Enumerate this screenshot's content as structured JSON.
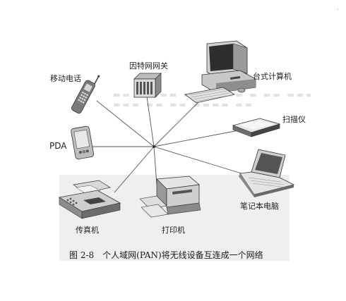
{
  "labels": {
    "mobile_phone": "移动电话",
    "gateway": "因特网网关",
    "desktop": "台式计算机",
    "scanner": "扫描仪",
    "pda": "PDA",
    "laptop": "笔记本电脑",
    "fax": "传真机",
    "printer": "打印机"
  },
  "caption": {
    "figure_number": "图 2-8",
    "text": "个人域网(PAN)将无线设备互连成一个网络"
  },
  "icons": {
    "hub": "hub-node",
    "mobile_phone": "mobile-phone-icon",
    "gateway": "internet-gateway-icon",
    "desktop": "desktop-computer-icon",
    "scanner": "scanner-icon",
    "pda": "pda-icon",
    "laptop": "laptop-icon",
    "fax": "fax-machine-icon",
    "printer": "printer-icon"
  },
  "colors": {
    "line": "#555555",
    "device": "#6b6b6b",
    "device_light": "#cfcfcf",
    "text": "#222222"
  }
}
